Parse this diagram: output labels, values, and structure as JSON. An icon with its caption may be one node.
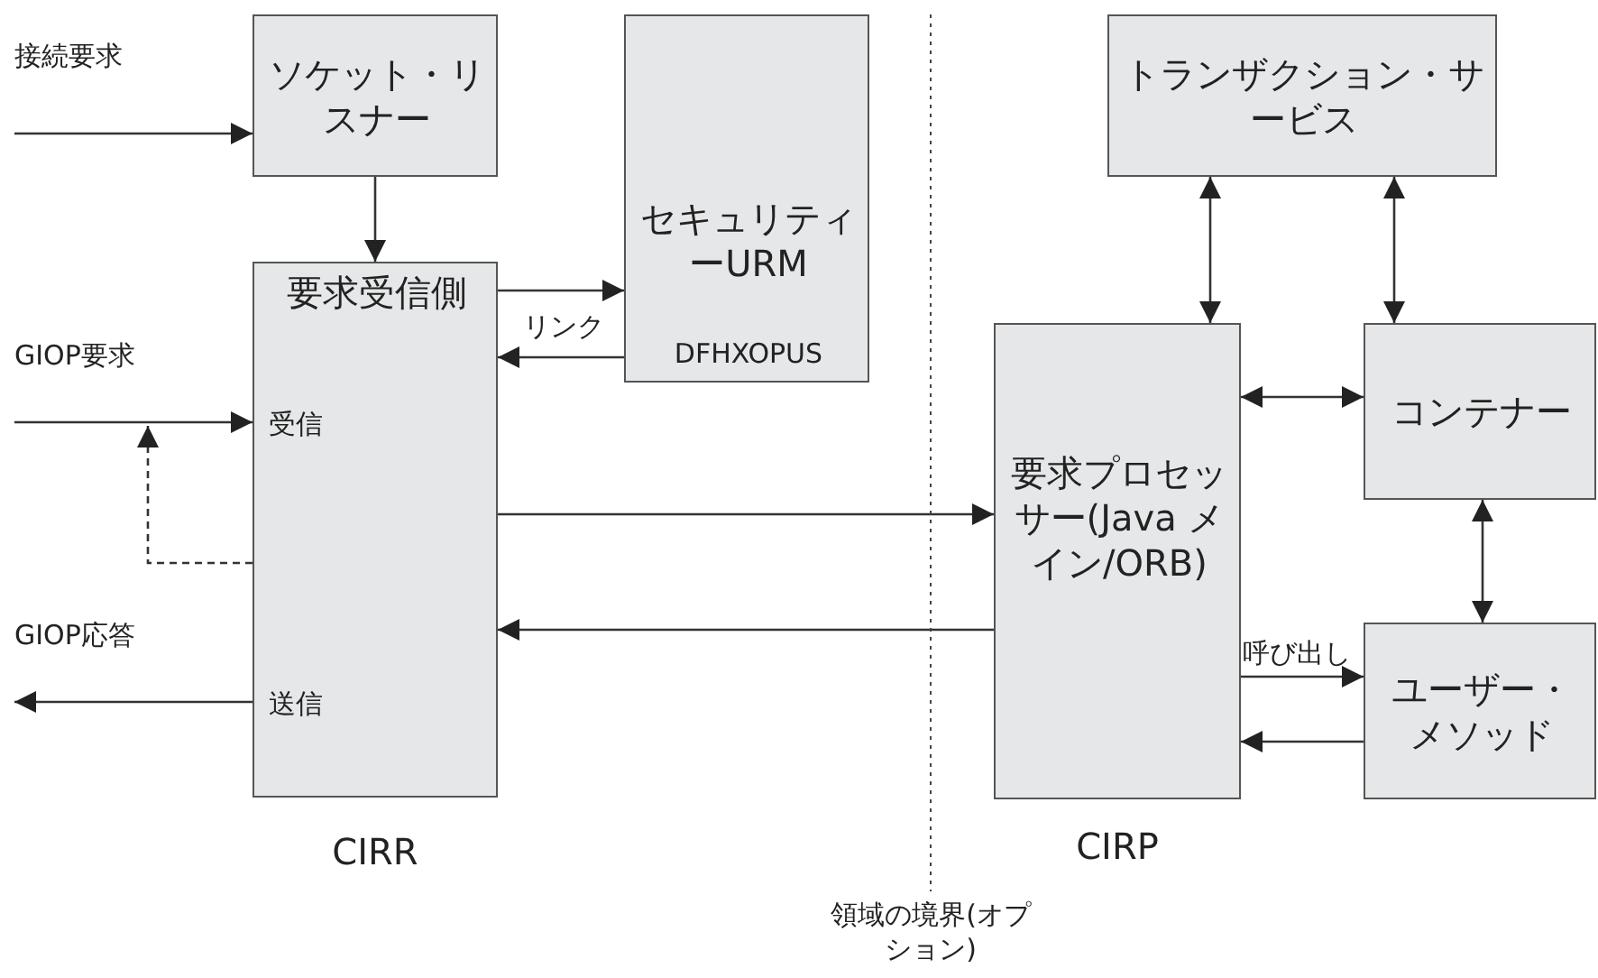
{
  "diagram": {
    "nodes": [
      {
        "text": [
          "ソケット・リスナー"
        ]
      },
      {
        "text": [
          "セキュリティーURM",
          "DFHXOPUS"
        ]
      },
      {
        "text": [
          "要求受信側",
          "受信",
          "送信"
        ],
        "beside": [
          "CIRR"
        ]
      },
      {
        "text": [
          "トランザクション・サービス"
        ]
      },
      {
        "text": [
          "要求プロセッサー(Java メイン/ORB)"
        ],
        "beside": [
          "CIRP"
        ]
      },
      {
        "text": [
          "コンテナー"
        ]
      },
      {
        "text": [
          "ユーザー・メソッド"
        ]
      }
    ],
    "edges": [
      {
        "from": null,
        "to": 0,
        "arrow": "to",
        "label": "接続要求"
      },
      {
        "from": 0,
        "to": 2,
        "arrow": "to"
      },
      {
        "from": 2,
        "to": 1,
        "arrow": "to"
      },
      {
        "from": 1,
        "to": 2,
        "arrow": "to",
        "label": "リンク"
      },
      {
        "from": null,
        "to": 2,
        "arrow": "to",
        "label": "GIOP要求"
      },
      {
        "from": 2,
        "to": null,
        "arrow": "to",
        "style": "dashed"
      },
      {
        "from": 2,
        "to": null,
        "arrow": "to",
        "label": "GIOP応答"
      },
      {
        "from": 2,
        "to": 4,
        "arrow": "to"
      },
      {
        "from": 4,
        "to": 2,
        "arrow": "to"
      },
      {
        "from": 3,
        "to": 4,
        "arrow": "both"
      },
      {
        "from": 3,
        "to": 5,
        "arrow": "both"
      },
      {
        "from": 4,
        "to": 5,
        "arrow": "both"
      },
      {
        "from": 5,
        "to": 6,
        "arrow": "both"
      },
      {
        "from": 4,
        "to": 6,
        "arrow": "to",
        "label": "呼び出し"
      },
      {
        "from": 6,
        "to": 4,
        "arrow": "to"
      }
    ],
    "labels": [
      "領域の境界(オプション)"
    ]
  }
}
